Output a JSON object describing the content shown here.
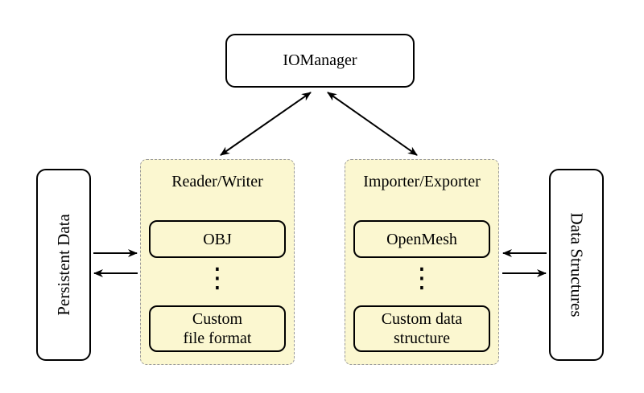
{
  "colors": {
    "background": "#ffffff",
    "container_fill": "#fbf7d0",
    "container_border": "#999999",
    "box_border": "#000000",
    "text": "#000000"
  },
  "io_manager": {
    "label": "IOManager"
  },
  "persistent_data": {
    "label": "Persistent Data"
  },
  "data_structures": {
    "label": "Data Structures"
  },
  "reader_writer": {
    "title": "Reader/Writer",
    "top_item": "OBJ",
    "ellipsis": "⋮",
    "bottom_item_line1": "Custom",
    "bottom_item_line2": "file format"
  },
  "importer_exporter": {
    "title": "Importer/Exporter",
    "top_item": "OpenMesh",
    "ellipsis": "⋮",
    "bottom_item_line1": "Custom data",
    "bottom_item_line2": "structure"
  }
}
